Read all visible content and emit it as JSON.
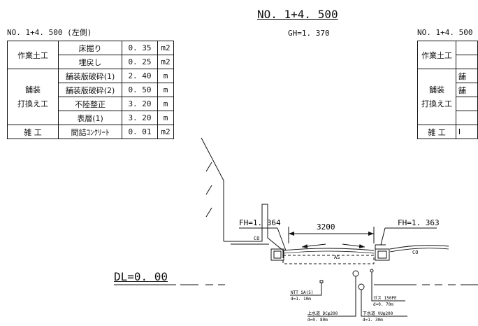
{
  "station": {
    "title": "NO. 1+4. 500",
    "gh": "GH=1. 370"
  },
  "left_table": {
    "caption": "NO. 1+4. 500 (左側)",
    "groups": [
      {
        "label": "作業土工",
        "rows": [
          {
            "item": "床掘り",
            "value": "0. 35",
            "unit": "m2"
          },
          {
            "item": "埋戻し",
            "value": "0. 25",
            "unit": "m2"
          }
        ]
      },
      {
        "label": "舗装\n打換え工",
        "rows": [
          {
            "item": "舗装版破砕(1)",
            "value": "2. 40",
            "unit": "m"
          },
          {
            "item": "舗装版破砕(2)",
            "value": "0. 50",
            "unit": "m"
          },
          {
            "item": "不陸整正",
            "value": "3. 20",
            "unit": "m"
          },
          {
            "item": "表層(1)",
            "value": "3. 20",
            "unit": "m"
          }
        ]
      },
      {
        "label": "雑  工",
        "rows": [
          {
            "item": "間詰ｺﾝｸﾘｰﾄ",
            "value": "0. 01",
            "unit": "m2"
          }
        ]
      }
    ]
  },
  "right_table": {
    "caption": "NO. 1+4. 500",
    "groups": [
      "作業土工",
      "舗装\n打換え工",
      "雑  工"
    ],
    "partial_items": [
      "舗",
      "舗",
      "",
      "",
      "I"
    ]
  },
  "profile": {
    "fh_left": "FH=1. 364",
    "fh_right": "FH=1. 363",
    "width": "3200",
    "co_left": "CO",
    "co_right": "CO",
    "as": "AS",
    "dl": "DL=0. 00"
  },
  "utilities": {
    "ntt": {
      "name": "NTT SA(5)",
      "depth": "d=1. 10m"
    },
    "water": {
      "name": "上水道 DCφ200",
      "depth": "d=0. 80m"
    },
    "sewer": {
      "name": "下水道 VUφ200",
      "depth": "d=1. 30m"
    },
    "gas": {
      "name": "ガス 150PE",
      "depth": "d=0. 70m"
    }
  }
}
